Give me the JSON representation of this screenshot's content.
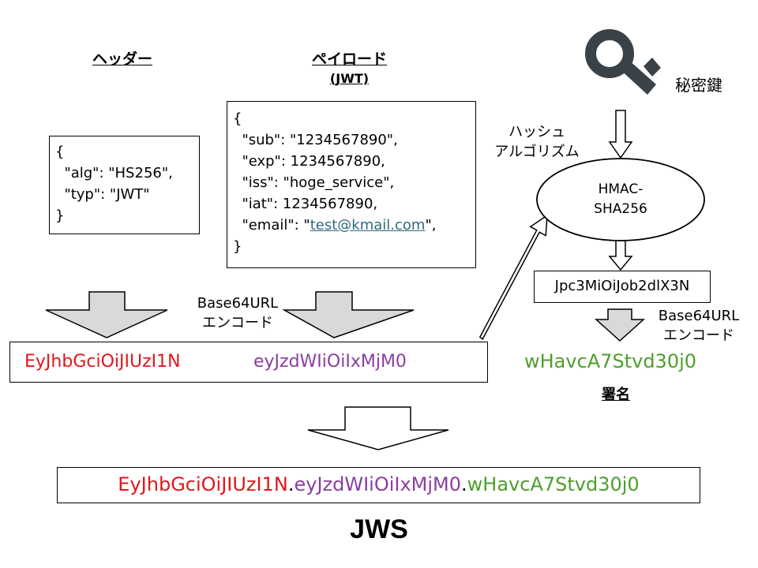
{
  "header": {
    "heading": "ヘッダー",
    "lines": [
      "{",
      "  \"alg\": \"HS256\",",
      "  \"typ\": \"JWT\"",
      "}"
    ]
  },
  "payload": {
    "heading": "ペイロード",
    "subheading": "(JWT)",
    "lines": [
      "{",
      "  \"sub\": \"1234567890\",",
      "  \"exp\": 1234567890,",
      "  \"iss\": \"hoge_service\",",
      "  \"iat\": 1234567890,"
    ],
    "email_prefix": "  \"email\": \"",
    "email_link": "test@kmail.com",
    "email_suffix": "\",",
    "closing": "}"
  },
  "key": {
    "label": "秘密鍵"
  },
  "hash": {
    "label_line1": "ハッシュ",
    "label_line2": "アルゴリズム"
  },
  "hmac": {
    "line1": "HMAC-",
    "line2": "SHA256"
  },
  "hash_output": "Jpc3MiOiJob2dlX3N",
  "encode_label": {
    "line1": "Base64URL",
    "line2": "エンコード"
  },
  "encode_label_right": {
    "line1": "Base64URL",
    "line2": "エンコード"
  },
  "encoded": {
    "header": "EyJhbGciOiJIUzI1N",
    "payload": "eyJzdWIiOiIxMjM0"
  },
  "signature": {
    "value": "wHavcA7Stvd30j0",
    "label": "署名"
  },
  "jws": {
    "part1": "EyJhbGciOiJIUzI1N",
    "dot1": ".",
    "part2": "eyJzdWIiOiIxMjM0",
    "dot2": ".",
    "part3": "wHavcA7Stvd30j0",
    "label": "JWS"
  },
  "colors": {
    "header": "#e3161b",
    "payload": "#8a3ea0",
    "signature": "#4d9e2d",
    "key": "#3a4248"
  }
}
